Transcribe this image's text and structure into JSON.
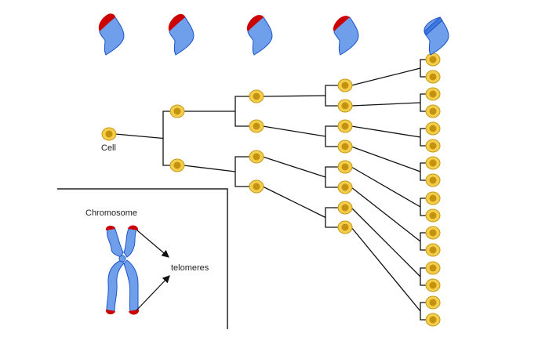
{
  "labels": {
    "cell": "Cell",
    "chromosome": "Chromosome",
    "telomeres": "telomeres"
  },
  "colors": {
    "cell_outer": "#f3cd4b",
    "cell_stroke": "#c79a14",
    "cell_nucleus": "#c3930f",
    "chromosome_fill": "#6f9fea",
    "chromosome_stroke": "#1c55c9",
    "telomere": "#cc0000",
    "line": "#111111"
  },
  "tree": {
    "generations": 5,
    "cells_per_generation": [
      1,
      2,
      4,
      8,
      16
    ]
  },
  "telomere_stages": [
    {
      "generation": 1,
      "telomere_fraction": 1.0
    },
    {
      "generation": 2,
      "telomere_fraction": 0.9
    },
    {
      "generation": 3,
      "telomere_fraction": 0.7
    },
    {
      "generation": 4,
      "telomere_fraction": 0.5
    },
    {
      "generation": 5,
      "telomere_fraction": 0.0
    }
  ]
}
